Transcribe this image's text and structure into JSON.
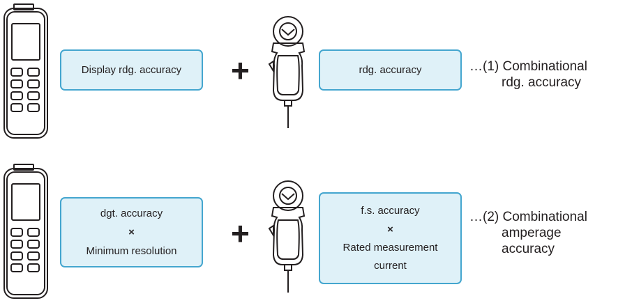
{
  "rows": [
    {
      "meter_box": {
        "lines": [
          "Display rdg. accuracy"
        ]
      },
      "operator": "+",
      "clamp_box": {
        "lines": [
          "rdg. accuracy"
        ]
      },
      "result": {
        "line1": "…(1) Combinational",
        "line2": "rdg. accuracy",
        "line3": ""
      }
    },
    {
      "meter_box": {
        "line1": "dgt. accuracy",
        "times": "×",
        "line2": "Minimum resolution"
      },
      "operator": "+",
      "clamp_box": {
        "line1": "f.s. accuracy",
        "times": "×",
        "line2": "Rated measurement",
        "line3": "current"
      },
      "result": {
        "line1": "…(2) Combinational",
        "line2": "amperage",
        "line3": "accuracy"
      }
    }
  ],
  "colors": {
    "box_fill": "#dff1f8",
    "box_border": "#44a6cf",
    "ink": "#231f20"
  },
  "icons": [
    "meter-icon",
    "clamp-sensor-icon"
  ]
}
